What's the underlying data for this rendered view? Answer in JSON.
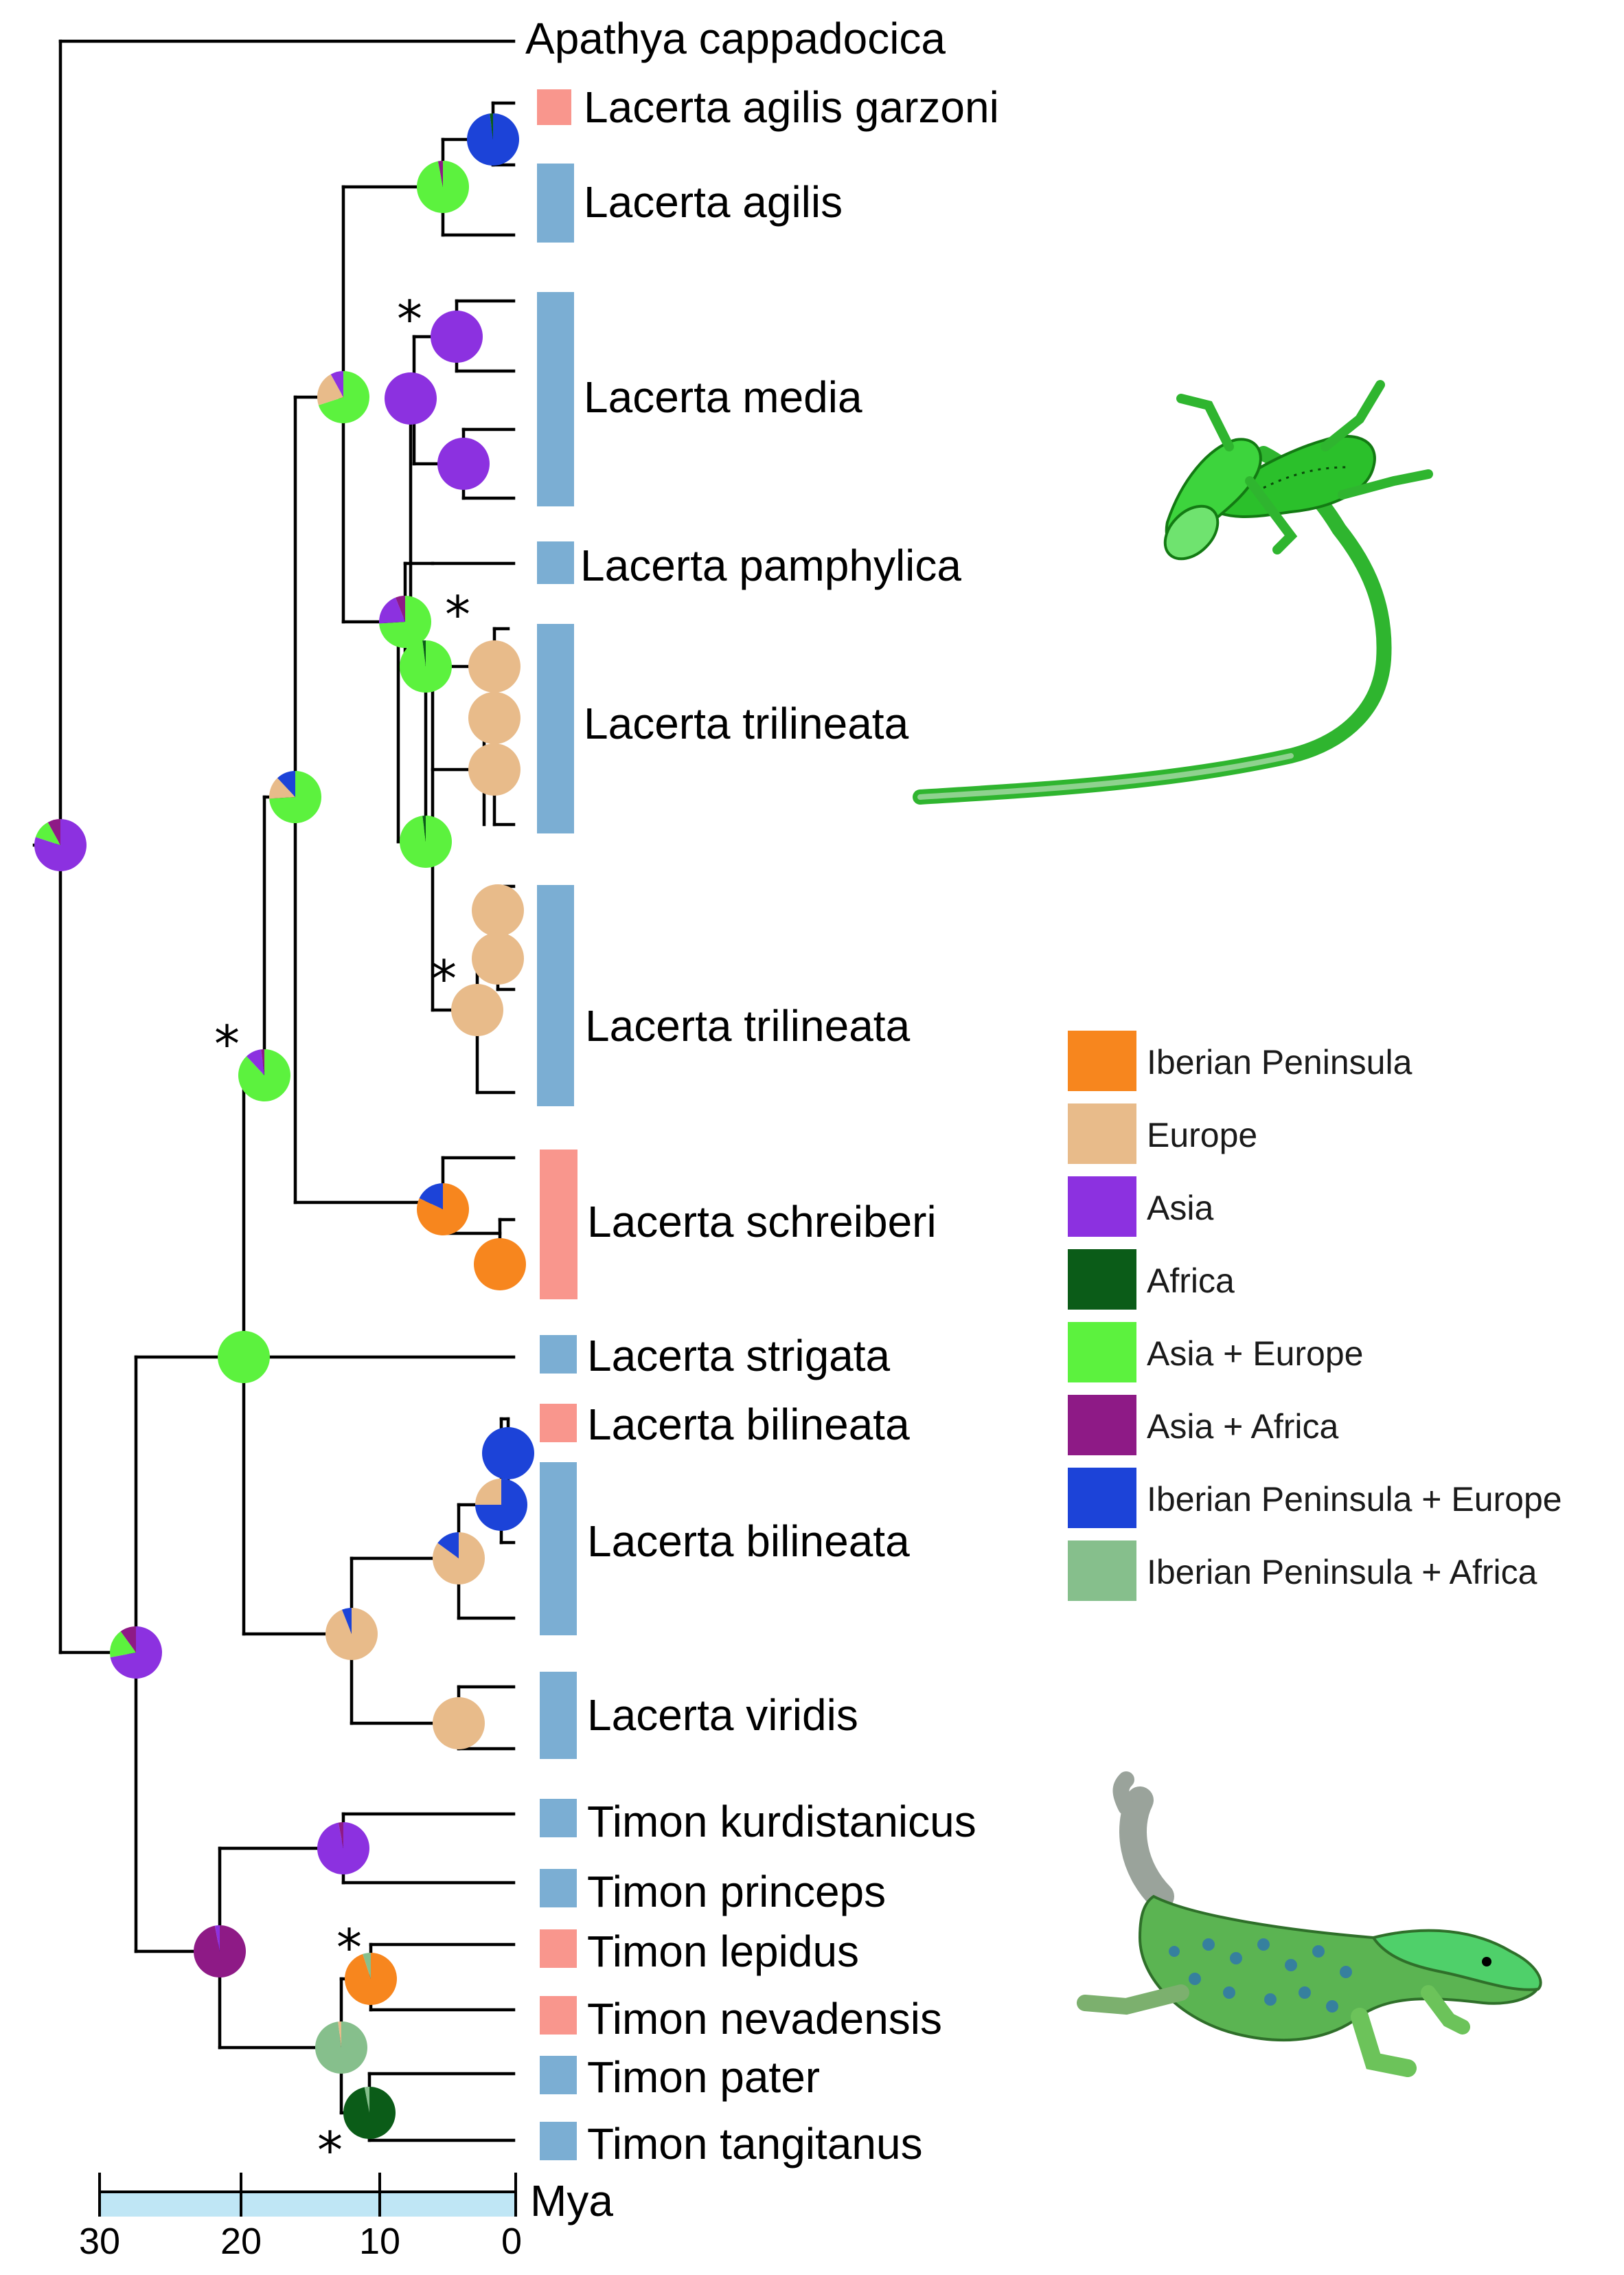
{
  "taxa": {
    "apathya": "Apathya cappadocica",
    "agilis_garzoni": "Lacerta agilis garzoni",
    "agilis": "Lacerta agilis",
    "media": "Lacerta media",
    "pamphylica": "Lacerta pamphylica",
    "trilineata_a": "Lacerta trilineata",
    "trilineata_b": "Lacerta trilineata",
    "schreiberi": "Lacerta schreiberi",
    "strigata": "Lacerta strigata",
    "bilineata_a": "Lacerta bilineata",
    "bilineata_b": "Lacerta bilineata",
    "viridis": "Lacerta viridis",
    "kurdistanicus": "Timon kurdistanicus",
    "princeps": "Timon princeps",
    "lepidus": "Timon lepidus",
    "nevadensis": "Timon nevadensis",
    "pater": "Timon pater",
    "tangitanus": "Timon tangitanus"
  },
  "legend": {
    "items": [
      {
        "label": "Iberian Peninsula",
        "color": "#f7861e"
      },
      {
        "label": "Europe",
        "color": "#e8bb8a"
      },
      {
        "label": "Asia",
        "color": "#8c31e0"
      },
      {
        "label": "Africa",
        "color": "#0b5c18"
      },
      {
        "label": "Asia + Europe",
        "color": "#5cf23e"
      },
      {
        "label": "Asia + Africa",
        "color": "#8e1a86"
      },
      {
        "label": "Iberian Peninsula + Europe",
        "color": "#1c43d8"
      },
      {
        "label": "Iberian Peninsula + Africa",
        "color": "#86bf8c"
      }
    ]
  },
  "bar_colors": {
    "blue": "#7baed3",
    "pink": "#f9968d"
  },
  "axis": {
    "unit": "Mya",
    "ticks": [
      "30",
      "20",
      "10",
      "0"
    ]
  },
  "support_marker": "*",
  "icons": [
    "lacerta-photo-icon",
    "timon-photo-icon"
  ]
}
